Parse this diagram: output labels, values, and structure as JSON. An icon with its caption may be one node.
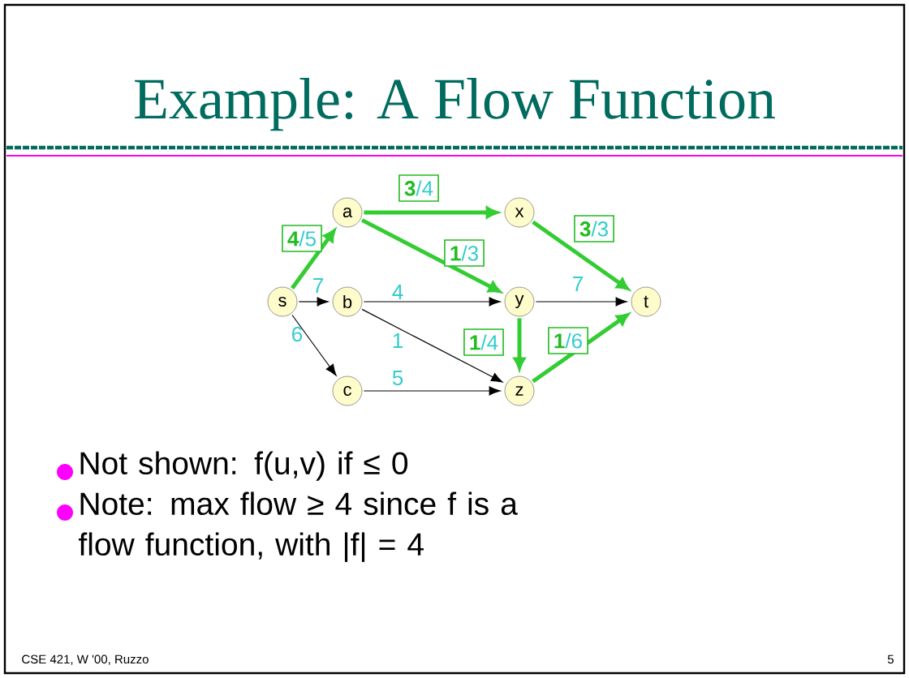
{
  "diagram": {
    "title": "Example: A Flow Function",
    "nodes": [
      {
        "text": [
          "s"
        ]
      },
      {
        "text": [
          "a"
        ]
      },
      {
        "text": [
          "b"
        ]
      },
      {
        "text": [
          "c"
        ]
      },
      {
        "text": [
          "x"
        ]
      },
      {
        "text": [
          "y"
        ]
      },
      {
        "text": [
          "z"
        ]
      },
      {
        "text": [
          "t"
        ]
      }
    ],
    "edges": [
      {
        "from": 0,
        "to": 1,
        "arrow": "to",
        "label": "**4**/5",
        "style": "thick",
        "color": "#33cc33"
      },
      {
        "from": 0,
        "to": 2,
        "arrow": "to",
        "label": "7",
        "color": "#000000"
      },
      {
        "from": 0,
        "to": 3,
        "arrow": "to",
        "label": "6",
        "color": "#000000"
      },
      {
        "from": 1,
        "to": 4,
        "arrow": "to",
        "label": "**3**/4",
        "style": "thick",
        "color": "#33cc33"
      },
      {
        "from": 1,
        "to": 5,
        "arrow": "to",
        "label": "**1**/3",
        "style": "thick",
        "color": "#33cc33"
      },
      {
        "from": 2,
        "to": 5,
        "arrow": "to",
        "label": "4",
        "color": "#000000"
      },
      {
        "from": 2,
        "to": 6,
        "arrow": "to",
        "label": "1",
        "color": "#000000"
      },
      {
        "from": 3,
        "to": 6,
        "arrow": "to",
        "label": "5",
        "color": "#000000"
      },
      {
        "from": 4,
        "to": 7,
        "arrow": "to",
        "label": "**3**/3",
        "style": "thick",
        "color": "#33cc33"
      },
      {
        "from": 5,
        "to": 7,
        "arrow": "to",
        "label": "7",
        "color": "#000000"
      },
      {
        "from": 5,
        "to": 6,
        "arrow": "to",
        "label": "**1**/4",
        "style": "thick",
        "color": "#33cc33"
      },
      {
        "from": 6,
        "to": 7,
        "arrow": "to",
        "label": "**1**/6",
        "style": "thick",
        "color": "#33cc33"
      }
    ],
    "labels": [
      "Not shown: f(u,v) if ≤ 0",
      "Note:  max flow ≥ 4 since f is a flow function, with |f| = 4",
      "CSE 421, W '00, Ruzzo",
      "5"
    ]
  }
}
